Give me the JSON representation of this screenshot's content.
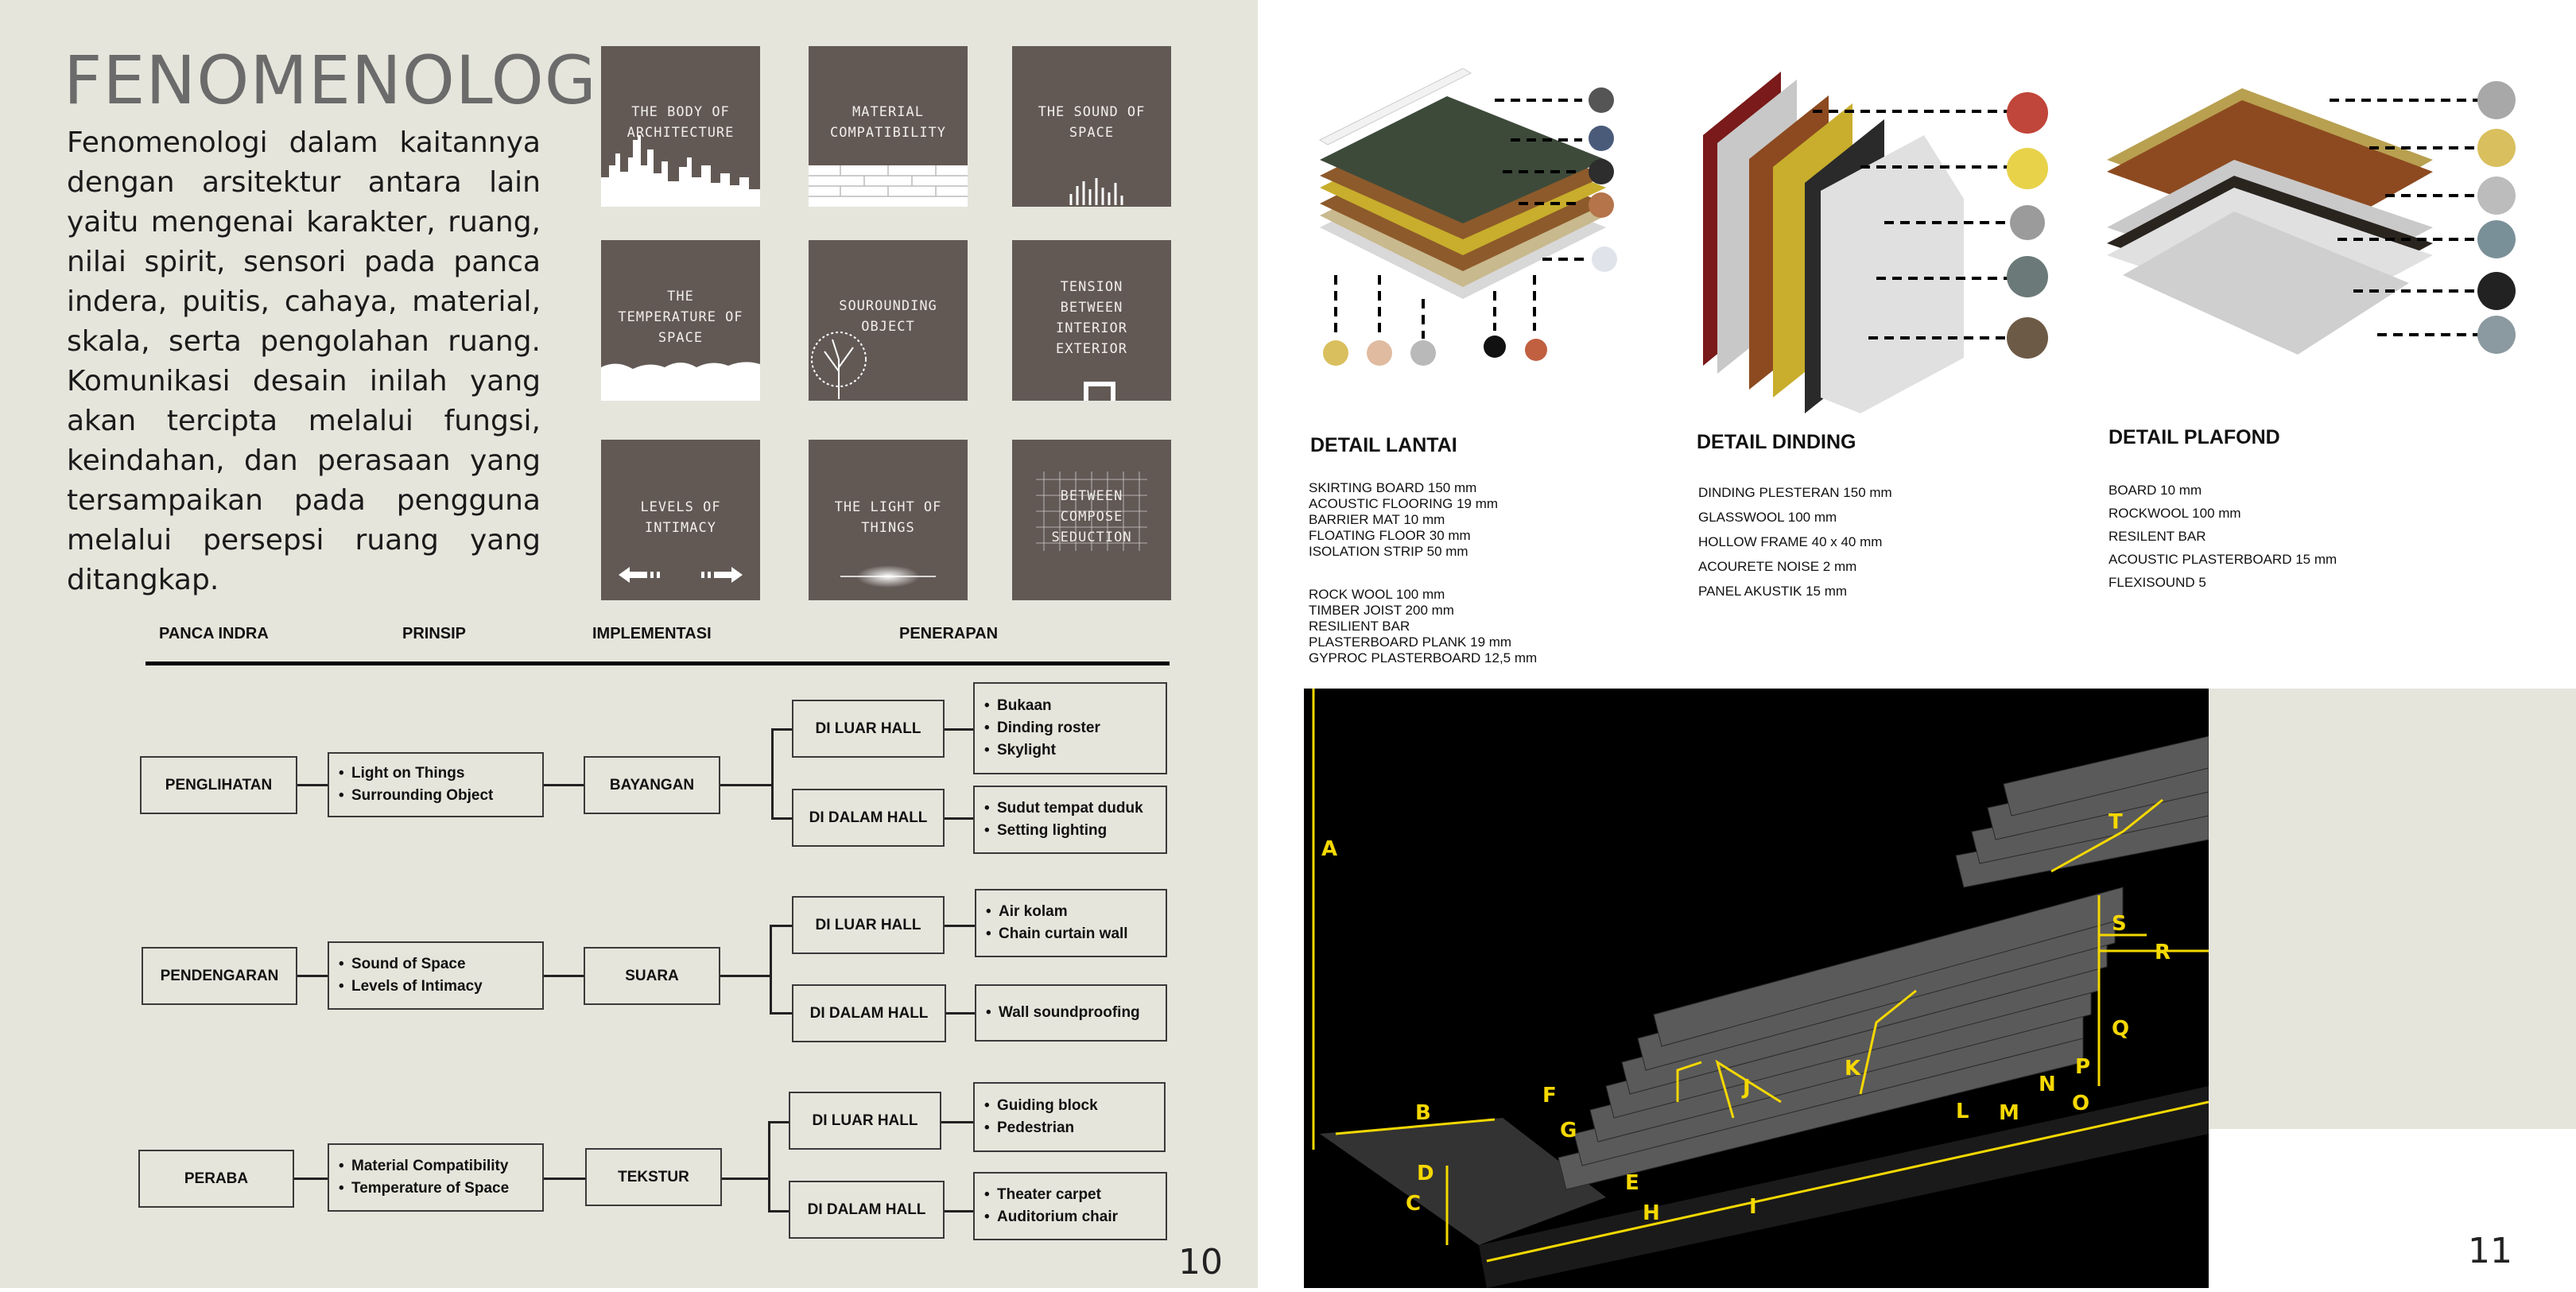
{
  "left_page": {
    "title": "FENOMENOLOGI",
    "intro": "Fenomenologi dalam kaitannya dengan arsitektur antara lain yaitu mengenai karakter, ruang, nilai spirit, sensori pada panca indera, puitis, cahaya, material, skala, serta pengolahan ruang. Komunikasi desain inilah yang akan tercipta melalui fungsi, keindahan, dan perasaan yang tersampaikan pada pengguna melalui persepsi ruang yang ditangkap.",
    "tiles": [
      [
        "THE BODY OF",
        "ARCHITECTURE"
      ],
      [
        "MATERIAL",
        "COMPATIBILITY"
      ],
      [
        "THE SOUND OF",
        "SPACE"
      ],
      [
        "THE",
        "TEMPERATURE OF",
        "SPACE"
      ],
      [
        "SOUROUNDING",
        "OBJECT"
      ],
      [
        "TENSION",
        "BETWEEN",
        "INTERIOR",
        "EXTERIOR"
      ],
      [
        "LEVELS OF",
        "INTIMACY"
      ],
      [
        "THE LIGHT OF",
        "THINGS"
      ],
      [
        "BETWEEN",
        "COMPOSE",
        "SEDUCTION"
      ]
    ],
    "headers": {
      "panca": "PANCA INDRA",
      "prinsip": "PRINSIP",
      "implementasi": "IMPLEMENTASI",
      "penerapan": "PENERAPAN"
    },
    "rows": [
      {
        "indra": "PENGLIHATAN",
        "prinsip": [
          "Light on Things",
          "Surrounding Object"
        ],
        "impl": "BAYANGAN",
        "luar": "DI LUAR HALL",
        "luar_items": [
          "Bukaan",
          "Dinding roster",
          "Skylight"
        ],
        "dalam": "DI DALAM HALL",
        "dalam_items": [
          "Sudut tempat duduk",
          "Setting lighting"
        ]
      },
      {
        "indra": "PENDENGARAN",
        "prinsip": [
          "Sound of Space",
          "Levels of Intimacy"
        ],
        "impl": "SUARA",
        "luar": "DI LUAR HALL",
        "luar_items": [
          "Air kolam",
          "Chain curtain wall"
        ],
        "dalam": "DI DALAM HALL",
        "dalam_items": [
          "Wall soundproofing"
        ]
      },
      {
        "indra": "PERABA",
        "prinsip": [
          "Material Compatibility",
          "Temperature of Space"
        ],
        "impl": "TEKSTUR",
        "luar": "DI LUAR HALL",
        "luar_items": [
          "Guiding block",
          "Pedestrian"
        ],
        "dalam": "DI DALAM HALL",
        "dalam_items": [
          "Theater carpet",
          "Auditorium chair"
        ]
      }
    ],
    "page_number": "10"
  },
  "right_page": {
    "details": [
      {
        "title": "DETAIL LANTAI",
        "items": [
          "SKIRTING BOARD 150 mm",
          "ACOUSTIC FLOORING 19 mm",
          "BARRIER MAT 10 mm",
          "FLOATING FLOOR 30 mm",
          "ISOLATION STRIP 50 mm"
        ],
        "items2": [
          "ROCK WOOL 100 mm",
          "TIMBER JOIST 200 mm",
          "RESILIENT BAR",
          "PLASTERBOARD PLANK 19 mm",
          "GYPROC PLASTERBOARD 12,5 mm"
        ]
      },
      {
        "title": "DETAIL DINDING",
        "items": [
          "DINDING PLESTERAN 150 mm",
          "GLASSWOOL 100 mm",
          "HOLLOW FRAME 40 x 40 mm",
          "ACOURETE NOISE 2 mm",
          "PANEL AKUSTIK 15 mm"
        ]
      },
      {
        "title": "DETAIL PLAFOND",
        "items": [
          "BOARD 10 mm",
          "ROCKWOOL 100 mm",
          "RESILENT BAR",
          "ACOUSTIC PLASTERBOARD 15 mm",
          "FLEXISOUND 5"
        ]
      }
    ],
    "auditorium_labels": [
      "A",
      "B",
      "C",
      "D",
      "E",
      "F",
      "G",
      "H",
      "I",
      "J",
      "K",
      "L",
      "M",
      "N",
      "O",
      "P",
      "Q",
      "R",
      "S",
      "T"
    ],
    "page_number": "11",
    "colors": {
      "accent_yellow": "#f5d800",
      "tile_brown": "#625955",
      "page_beige": "#e5e5dc"
    }
  }
}
